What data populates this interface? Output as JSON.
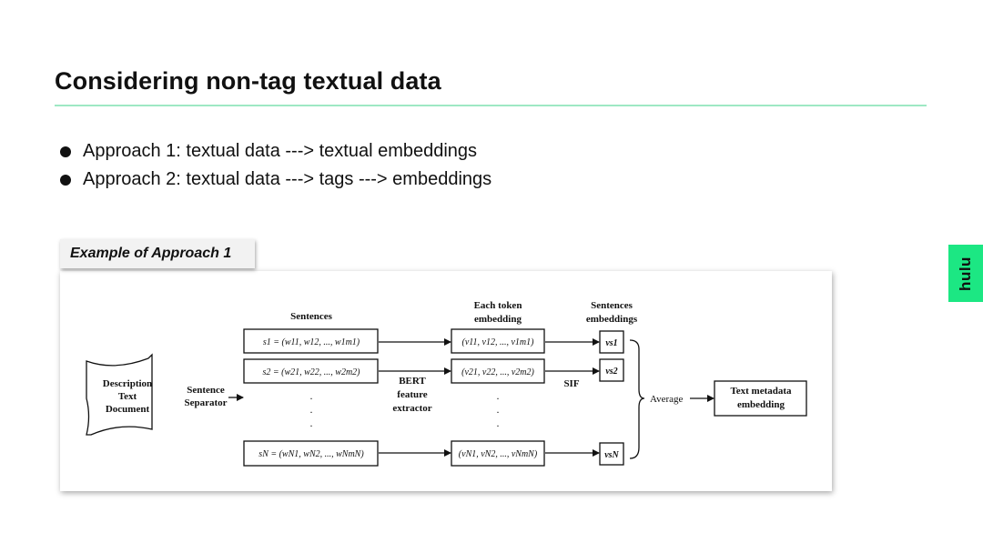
{
  "slide": {
    "title": "Considering non-tag textual data",
    "bullets": [
      "Approach 1: textual data ---> textual embeddings",
      "Approach 2: textual data ---> tags ---> embeddings"
    ],
    "example_label": "Example of Approach 1",
    "brand": "hulu",
    "accent_color": "#1ce783"
  },
  "figure": {
    "doc_lines": [
      "Description",
      "Text",
      "Document"
    ],
    "separator_lines": [
      "Sentence",
      "Separator"
    ],
    "sentences_header": "Sentences",
    "token_header_lines": [
      "Each token",
      "embedding"
    ],
    "sent_emb_header_lines": [
      "Sentences",
      "embeddings"
    ],
    "bert_lines": [
      "BERT",
      "feature",
      "extractor"
    ],
    "sif_label": "SIF",
    "average_label": "Average",
    "output_lines": [
      "Text metadata",
      "embedding"
    ],
    "sentence_boxes": [
      "s1 = (w11, w12, ..., w1m1)",
      "s2 = (w21, w22, ..., w2m2)",
      "sN = (wN1, wN2, ..., wNmN)"
    ],
    "token_boxes": [
      "(v11, v12, ..., v1m1)",
      "(v21, v22, ..., v2m2)",
      "(vN1, vN2, ..., vNmN)"
    ],
    "sentence_vectors": [
      "vs1",
      "vs2",
      "vsN"
    ],
    "ellipsis": ".",
    "s_prefix": [
      "s",
      "1",
      "s",
      "2",
      "s",
      "N"
    ],
    "vs_sub": [
      "s1",
      "s2",
      "sN"
    ]
  }
}
